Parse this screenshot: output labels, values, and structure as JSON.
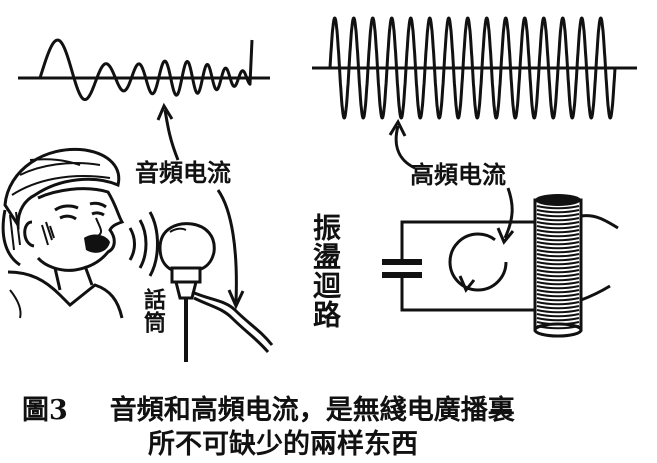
{
  "labels": {
    "audio_current": "音頻电流",
    "rf_current": "高頻电流",
    "oscillator_circuit": "振盪迴路",
    "microphone": "話筒"
  },
  "caption": {
    "figure_number": "圖3",
    "line1": "音頻和高頻电流，是無綫电廣播裏",
    "line2": "所不可缺少的兩样东西"
  },
  "colors": {
    "ink": "#111111",
    "paper": "#ffffff"
  }
}
